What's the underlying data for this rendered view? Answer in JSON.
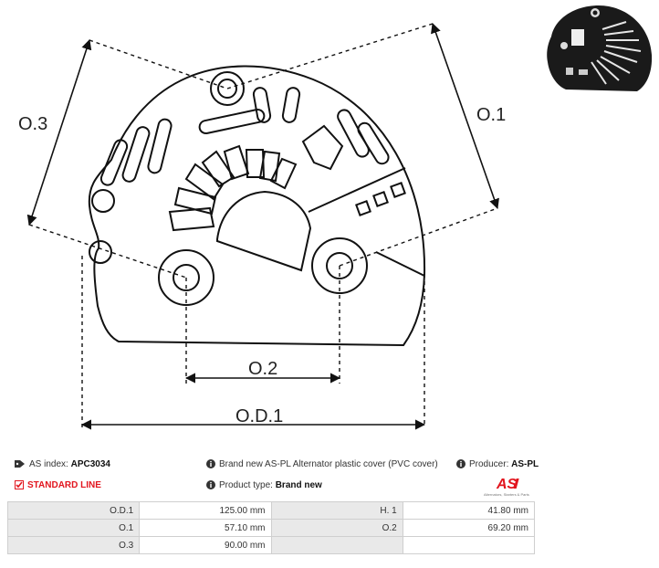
{
  "drawing": {
    "labels": {
      "o3": "O.3",
      "o1": "O.1",
      "o2": "O.2",
      "od1": "O.D.1"
    }
  },
  "info": {
    "as_index_label": "AS index:",
    "as_index_value": "APC3034",
    "standard_line": "STANDARD LINE",
    "description": "Brand new AS-PL Alternator plastic cover (PVC cover)",
    "product_type_label": "Product type:",
    "product_type_value": "Brand new",
    "producer_label": "Producer:",
    "producer_value": "AS-PL",
    "logo_text": "AS",
    "logo_subtext": "Alternators, Starters & Parts"
  },
  "specs": [
    {
      "label": "O.D.1",
      "value": "125.00 mm",
      "label2": "H. 1",
      "value2": "41.80 mm"
    },
    {
      "label": "O.1",
      "value": "57.10 mm",
      "label2": "O.2",
      "value2": "69.20 mm"
    },
    {
      "label": "O.3",
      "value": "90.00 mm",
      "label2": "",
      "value2": ""
    }
  ],
  "colors": {
    "accent": "#e2151e",
    "line": "#111111",
    "table_label_bg": "#e9e9e9"
  }
}
